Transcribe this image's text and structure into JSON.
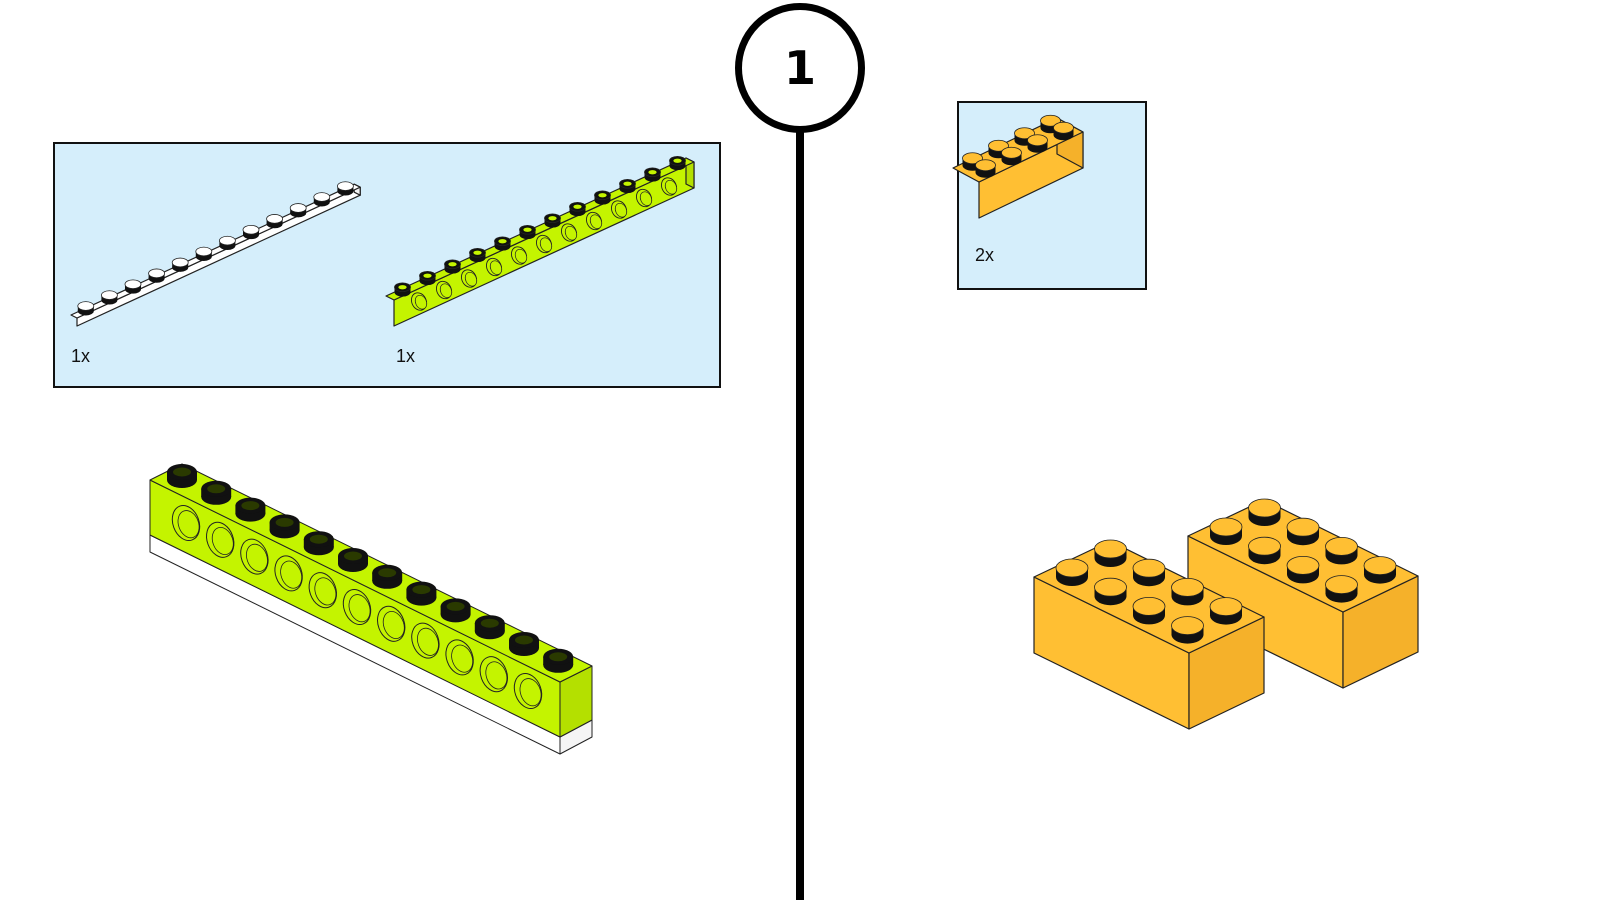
{
  "step": {
    "number": "1"
  },
  "colors": {
    "parts_box_bg": "#d5eefb",
    "lime": "#c4f400",
    "lime_side": "#b4e000",
    "orange": "#ffbf33",
    "orange_side": "#f5b12a",
    "white": "#ffffff",
    "stud_dark": "#111111"
  },
  "parts_list_left": {
    "items": [
      {
        "name": "Plate 1x12 white",
        "quantity": "1x",
        "color": "white",
        "studs": 12
      },
      {
        "name": "Technic brick 1x12 with holes lime",
        "quantity": "1x",
        "color": "lime",
        "studs": 12,
        "holes": 11
      }
    ]
  },
  "parts_list_right": {
    "items": [
      {
        "name": "Brick 2x4 orange",
        "quantity": "2x",
        "color": "orange",
        "studs": 8
      }
    ]
  },
  "assembly_left": {
    "description": "Lime technic brick 1x12 placed on white plate 1x12"
  },
  "assembly_right": {
    "description": "Two orange 2x4 bricks"
  }
}
